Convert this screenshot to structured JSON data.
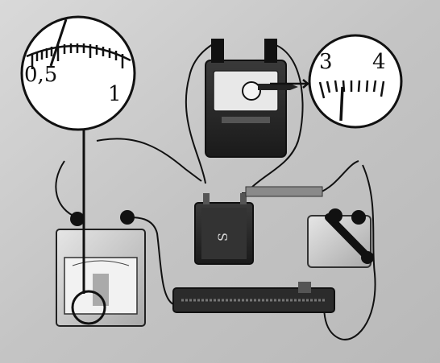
{
  "left_gauge": {
    "labels": [
      "0,5",
      "1"
    ]
  },
  "right_gauge": {
    "labels": [
      "3",
      "4"
    ]
  },
  "colors": {
    "background": "#ffffff",
    "tabletop": "#c8c8c8",
    "ink": "#111111",
    "device_dark": "#2a2a2a",
    "device_light": "#d8d8d8"
  }
}
